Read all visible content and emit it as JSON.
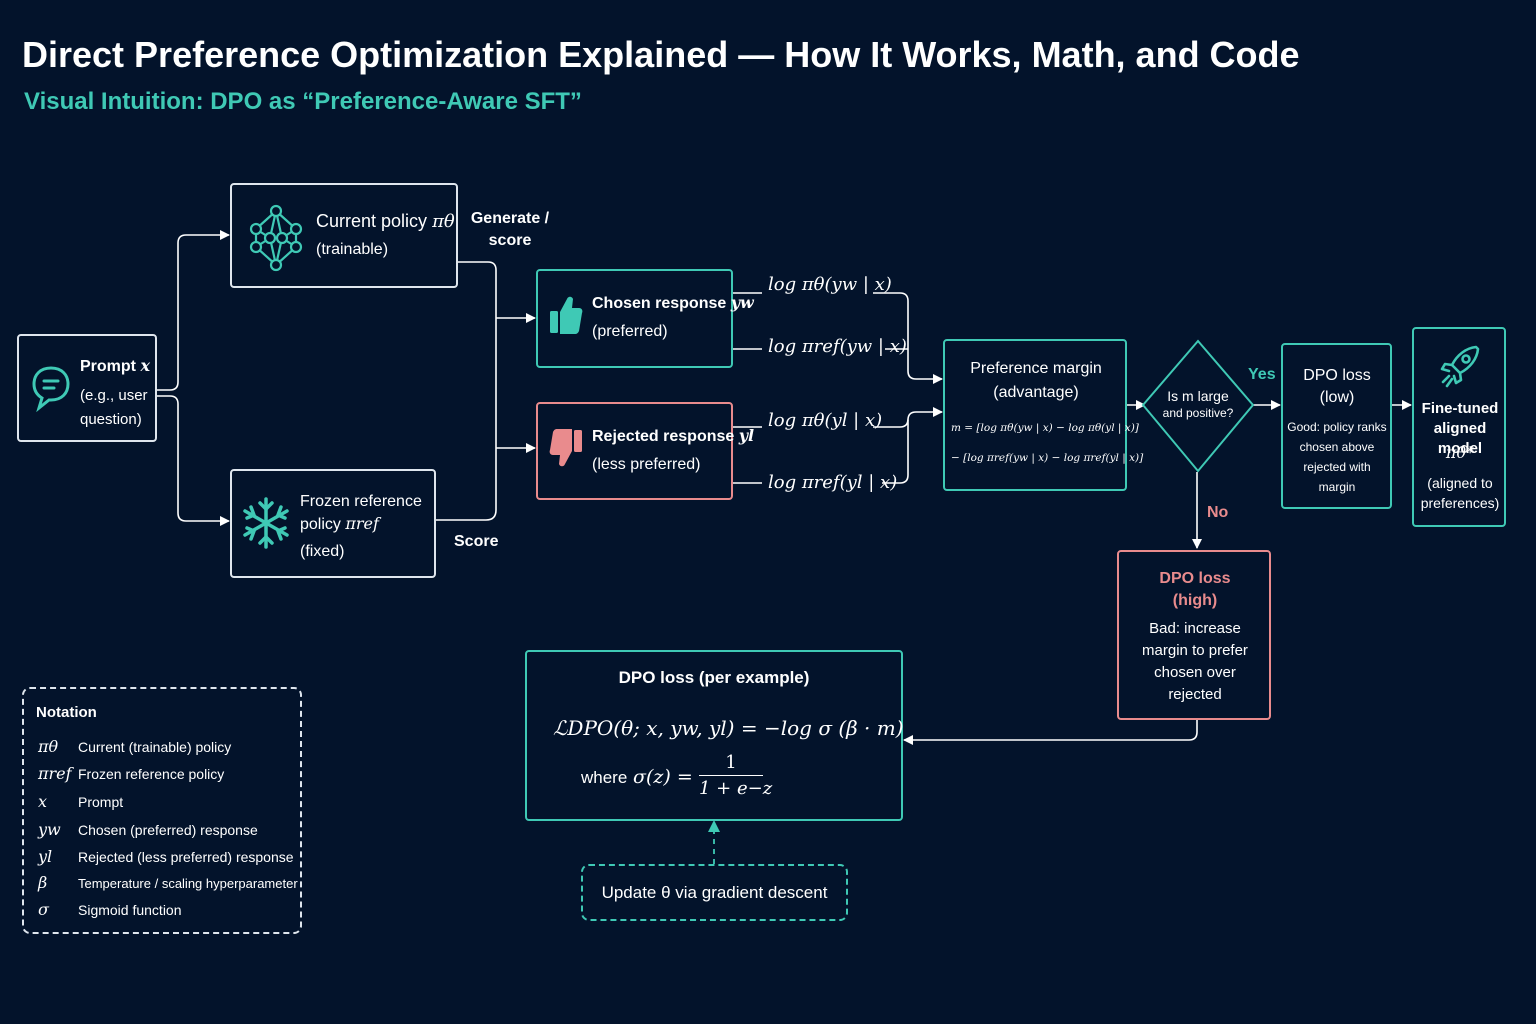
{
  "header": {
    "title": "Direct Preference Optimization Explained — How It Works, Math, and Code",
    "subtitle": "Visual Intuition: DPO as “Preference-Aware SFT”"
  },
  "prompt": {
    "title": "Prompt",
    "var": "x",
    "desc": "(e.g., user question)"
  },
  "current_policy": {
    "title": "Current policy",
    "sym": "πθ",
    "note": "(trainable)"
  },
  "reference_policy": {
    "title": "Frozen reference policy",
    "sym": "πref",
    "note": "(fixed)"
  },
  "edge_labels": {
    "generate_score": "Generate / score",
    "score": "Score",
    "yes": "Yes",
    "no": "No"
  },
  "chosen": {
    "title": "Chosen response",
    "sym": "yw",
    "note": "(preferred)"
  },
  "rejected": {
    "title": "Rejected response",
    "sym": "yl",
    "note": "(less preferred)"
  },
  "log_probs": {
    "theta_w": "log πθ(yw | x)",
    "ref_w": "log πref(yw | x)",
    "theta_l": "log πθ(yl | x)",
    "ref_l": "log πref(yl | x)"
  },
  "margin": {
    "title": "Preference margin (advantage)",
    "line1": "m = [log πθ(yw | x) − log πθ(yl | x)]",
    "line2": "− [log πref(yw | x) − log πref(yl | x)]"
  },
  "decision": {
    "line1": "Is m large",
    "line2": "and positive?"
  },
  "loss_low": {
    "title": "DPO loss (low)",
    "desc": "Good: policy ranks chosen above rejected with margin"
  },
  "finetuned": {
    "title": "Fine-tuned aligned model",
    "sym": "πθ*",
    "note": "(aligned to preferences)"
  },
  "loss_high": {
    "title": "DPO loss (high)",
    "desc": "Bad: increase margin to prefer chosen over rejected"
  },
  "loss_formula": {
    "title": "DPO loss (per example)",
    "formula": "ℒDPO(θ; x, yw, yl) = −log σ (β · m)",
    "where": "where",
    "sigma": "σ(z) =",
    "numerator": "1",
    "denominator": "1 + e−z"
  },
  "update": {
    "text": "Update θ via gradient descent"
  },
  "notation": {
    "title": "Notation",
    "rows": [
      {
        "sym": "πθ",
        "desc": "Current (trainable) policy"
      },
      {
        "sym": "πref",
        "desc": "Frozen reference policy"
      },
      {
        "sym": "x",
        "desc": "Prompt"
      },
      {
        "sym": "yw",
        "desc": "Chosen (preferred) response"
      },
      {
        "sym": "yl",
        "desc": "Rejected (less preferred) response"
      },
      {
        "sym": "β",
        "desc": "Temperature / scaling hyperparameter"
      },
      {
        "sym": "σ",
        "desc": "Sigmoid function"
      }
    ]
  },
  "colors": {
    "background": "#03132b",
    "teal": "#3fc9b5",
    "red": "#e98b8d",
    "white": "#ffffff"
  },
  "icons": [
    "chat-icon",
    "neural-network-icon",
    "snowflake-icon",
    "thumbs-up-icon",
    "thumbs-down-icon",
    "rocket-icon"
  ]
}
